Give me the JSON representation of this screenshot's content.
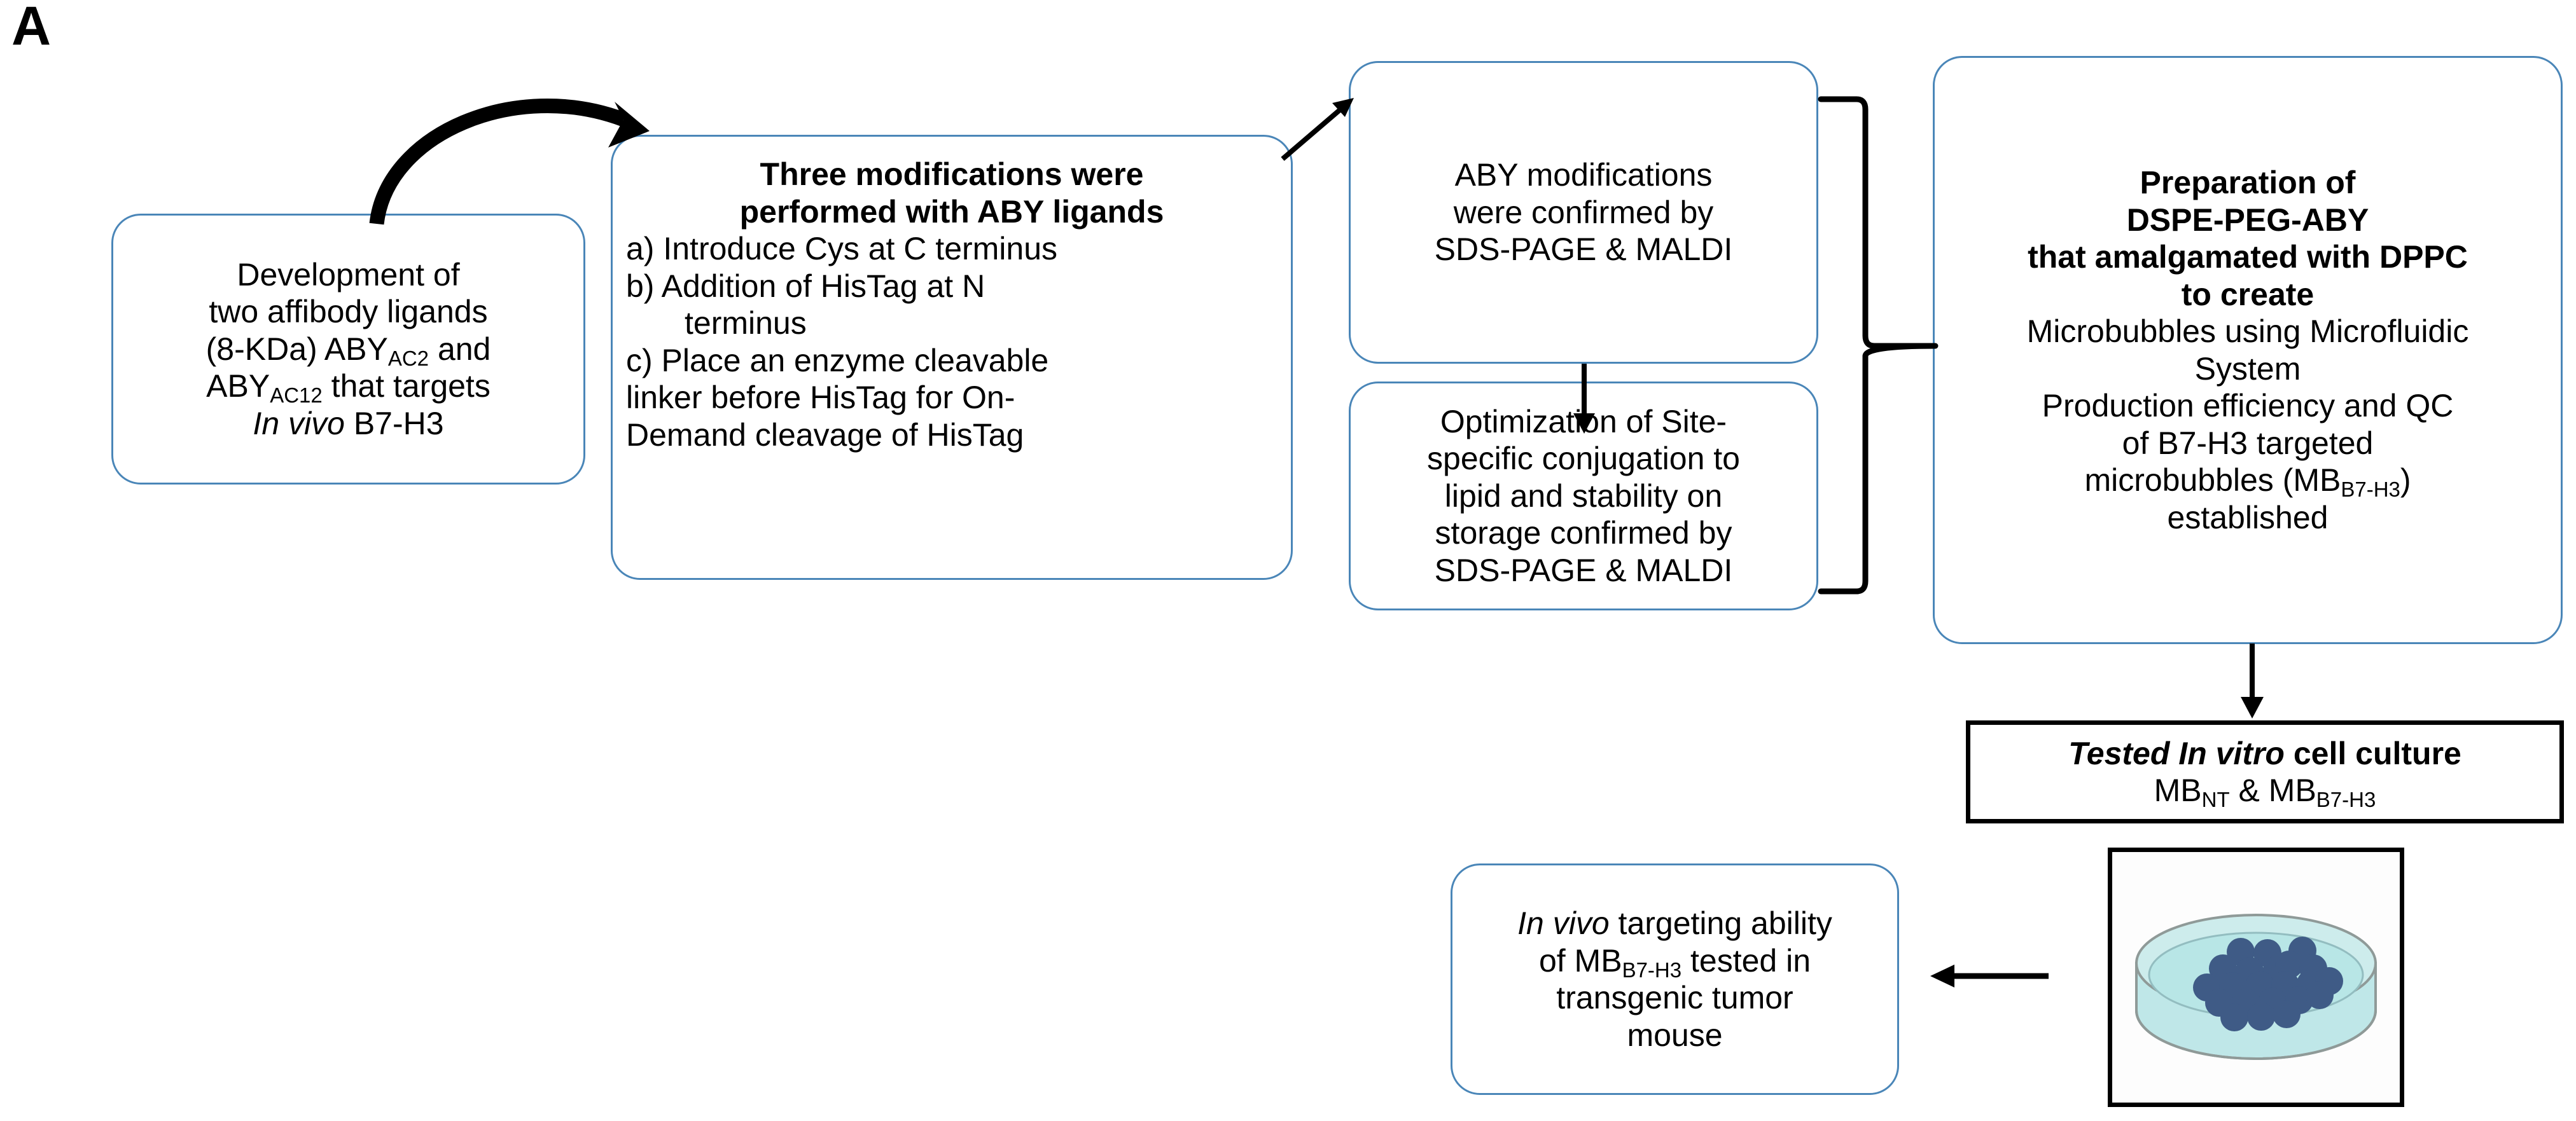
{
  "panel": {
    "label": "A"
  },
  "colors": {
    "box_border_blue": "#4a86b8",
    "box_border_black": "#000000",
    "arrow": "#000000",
    "petri_dish_fill": "#bfe7e8",
    "petri_cells": "#3f5b86",
    "background": "#ffffff"
  },
  "boxes": {
    "development": {
      "name": "Development of two affibody ligands",
      "lines": [
        "Development of",
        "two affibody ligands",
        "(8-KDa) ABY",
        "ABY",
        "In vivo B7-H3"
      ],
      "l1": "Development of",
      "l2": "two affibody ligands",
      "l3_a": "(8-KDa) ABY",
      "l3_sub": "AC2",
      "l3_b": " and",
      "l4_a": "ABY",
      "l4_sub": "AC12",
      "l4_b": " that targets",
      "l5_ital": "In vivo",
      "l5_rest": " B7-H3"
    },
    "modifications": {
      "header_l1": "Three modifications were",
      "header_l2": "performed with ABY ligands",
      "item_a": "a) Introduce Cys at C terminus",
      "item_b_l1": "b) Addition of HisTag at N",
      "item_b_l2": "terminus",
      "item_c_l1": "c) Place an enzyme cleavable",
      "item_c_l2": "linker before HisTag for On-",
      "item_c_l3": "Demand cleavage of HisTag"
    },
    "confirmed": {
      "l1": "ABY modifications",
      "l2": "were confirmed by",
      "l3": "SDS-PAGE & MALDI"
    },
    "optimization": {
      "l1": "Optimization of Site-",
      "l2": "specific conjugation to",
      "l3": "lipid and stability on",
      "l4": "storage confirmed by",
      "l5": "SDS-PAGE & MALDI"
    },
    "preparation": {
      "bold_l1": "Preparation of",
      "bold_l2": "DSPE-PEG-ABY",
      "bold_l3": "that amalgamated with DPPC",
      "bold_l4": "to create",
      "l5": "Microbubbles using Microfluidic",
      "l6": "System",
      "l7": "Production efficiency and QC",
      "l8": "of B7-H3 targeted",
      "l9_a": "microbubbles (MB",
      "l9_sub": "B7-H3",
      "l9_b": ")",
      "l10": "established"
    },
    "invitro": {
      "l1_ital": "Tested In vitro",
      "l1_rest": " cell culture",
      "l2_a": "MB",
      "l2_sub1": "NT",
      "l2_mid": " & MB",
      "l2_sub2": "B7-H3"
    },
    "invivo": {
      "l1_ital": "In vivo",
      "l1_rest": " targeting ability",
      "l2_a": "of MB",
      "l2_sub": "B7-H3",
      "l2_b": " tested in",
      "l3": "transgenic tumor",
      "l4": "mouse"
    }
  },
  "figure": {
    "petri_dish": "petri-dish-with-cell-colony"
  },
  "connectors": [
    {
      "name": "curved-arrow-development-to-modifications",
      "style": "thick-curved",
      "direction": "right"
    },
    {
      "name": "diagonal-arrow-modifications-to-confirmed",
      "style": "thin-diagonal",
      "direction": "up-right"
    },
    {
      "name": "down-arrow-confirmed-to-optimization",
      "style": "thin-straight",
      "direction": "down"
    },
    {
      "name": "brace-confirmed-optimization-to-preparation",
      "style": "brace",
      "direction": "right"
    },
    {
      "name": "down-arrow-preparation-to-invitro",
      "style": "thin-straight",
      "direction": "down"
    },
    {
      "name": "left-arrow-invitro-to-invivo",
      "style": "thin-straight",
      "direction": "left"
    }
  ]
}
